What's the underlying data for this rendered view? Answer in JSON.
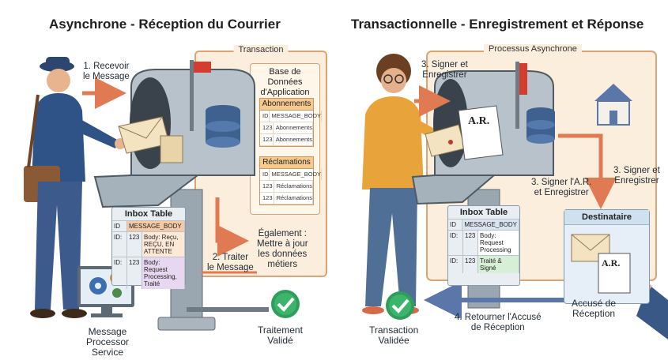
{
  "left": {
    "title": "Asynchrone - Réception du Courrier",
    "panel_title": "Transaction",
    "step1": [
      "1. Recevoir",
      "le Message"
    ],
    "step2": [
      "2. Traiter",
      "le Message"
    ],
    "also": [
      "Également :",
      "Mettre à jour",
      "les données",
      "métiers"
    ],
    "db_title": [
      "Base de Données",
      "d'Application"
    ],
    "abonnements": {
      "header": "Abonnements",
      "cols": [
        "ID",
        "MESSAGE_BODY"
      ],
      "rows": [
        [
          "123",
          "Abonnements"
        ],
        [
          "123",
          "Abonnements"
        ]
      ]
    },
    "reclamations": {
      "header": "Réclamations",
      "cols": [
        "ID",
        "MESSAGE_BODY"
      ],
      "rows": [
        [
          "123",
          "Réclamations"
        ],
        [
          "123",
          "Réclamations"
        ]
      ]
    },
    "inbox": {
      "header": "Inbox Table",
      "cols": [
        "ID",
        "MESSAGE_BODY"
      ],
      "rows": [
        [
          "ID:",
          "123",
          "Body: Reçu, REÇU, EN ATTENTE"
        ],
        [
          "ID:",
          "123",
          "Body: Request Processing, Traité"
        ]
      ]
    },
    "processor": [
      "Message",
      "Processor",
      "Service"
    ],
    "done": [
      "Traitement",
      "Validé"
    ]
  },
  "right": {
    "title": "Transactionnelle - Enregistrement et Réponse",
    "panel_title": "Processus Asynchrone",
    "step3a": [
      "3. Signer et",
      "Enregistrer"
    ],
    "step3b": [
      "3. Signer l'A.R.",
      "et Enregistrer"
    ],
    "step3c": [
      "3. Signer et",
      "Enregistrer"
    ],
    "ar": "A.R.",
    "inbox": {
      "header": "Inbox Table",
      "cols": [
        "ID",
        "MESSAGE_BODY"
      ],
      "rows": [
        [
          "ID:",
          "123",
          "Body: Request Processing"
        ],
        [
          "ID:",
          "123",
          "Traité & Signé"
        ]
      ]
    },
    "dest": "Destinataire",
    "accuse": [
      "Accusé de",
      "Réception"
    ],
    "step4": [
      "4. Retourner l'Accusé",
      "de Réception"
    ],
    "done": [
      "Transaction",
      "Validée"
    ]
  },
  "colors": {
    "panel": "#fbeedd",
    "arrow_orange": "#e07a52",
    "arrow_blue": "#5b76a8",
    "check": "#2f9e5a"
  }
}
